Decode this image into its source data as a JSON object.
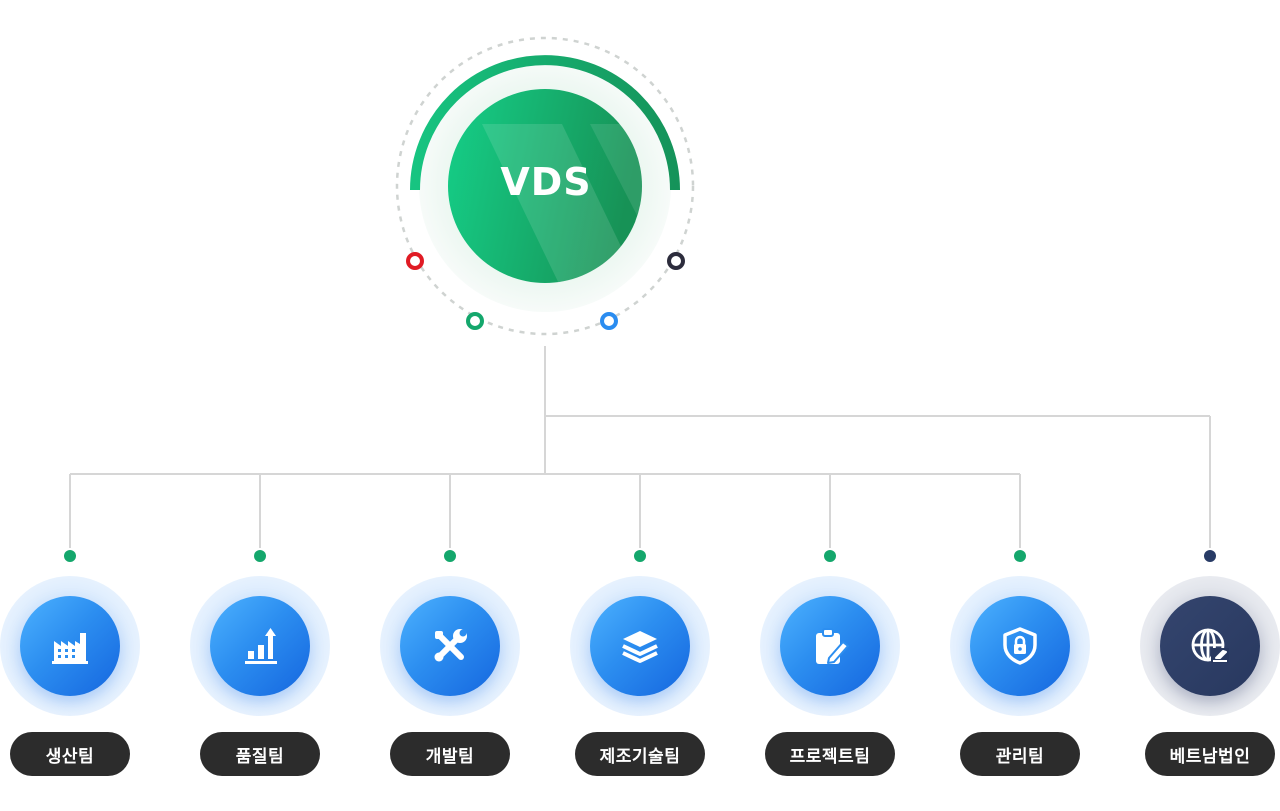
{
  "root": {
    "label": "VDS",
    "accent_color": "#14a76c",
    "markers": [
      {
        "name": "red-marker",
        "color": "#e01b24"
      },
      {
        "name": "green-marker",
        "color": "#14a76c"
      },
      {
        "name": "blue-marker",
        "color": "#2a8cf0"
      },
      {
        "name": "navy-marker",
        "color": "#2c2c3c"
      }
    ]
  },
  "teams": [
    {
      "label": "생산팀",
      "icon": "factory-icon",
      "color": "#2a8cf0"
    },
    {
      "label": "품질팀",
      "icon": "bar-chart-icon",
      "color": "#2a8cf0"
    },
    {
      "label": "개발팀",
      "icon": "tools-icon",
      "color": "#2a8cf0"
    },
    {
      "label": "제조기술팀",
      "icon": "layers-icon",
      "color": "#2a8cf0"
    },
    {
      "label": "프로젝트팀",
      "icon": "clipboard-edit-icon",
      "color": "#2a8cf0"
    },
    {
      "label": "관리팀",
      "icon": "shield-lock-icon",
      "color": "#2a8cf0"
    },
    {
      "label": "베트남법인",
      "icon": "globe-plane-icon",
      "color": "#283b66"
    }
  ]
}
